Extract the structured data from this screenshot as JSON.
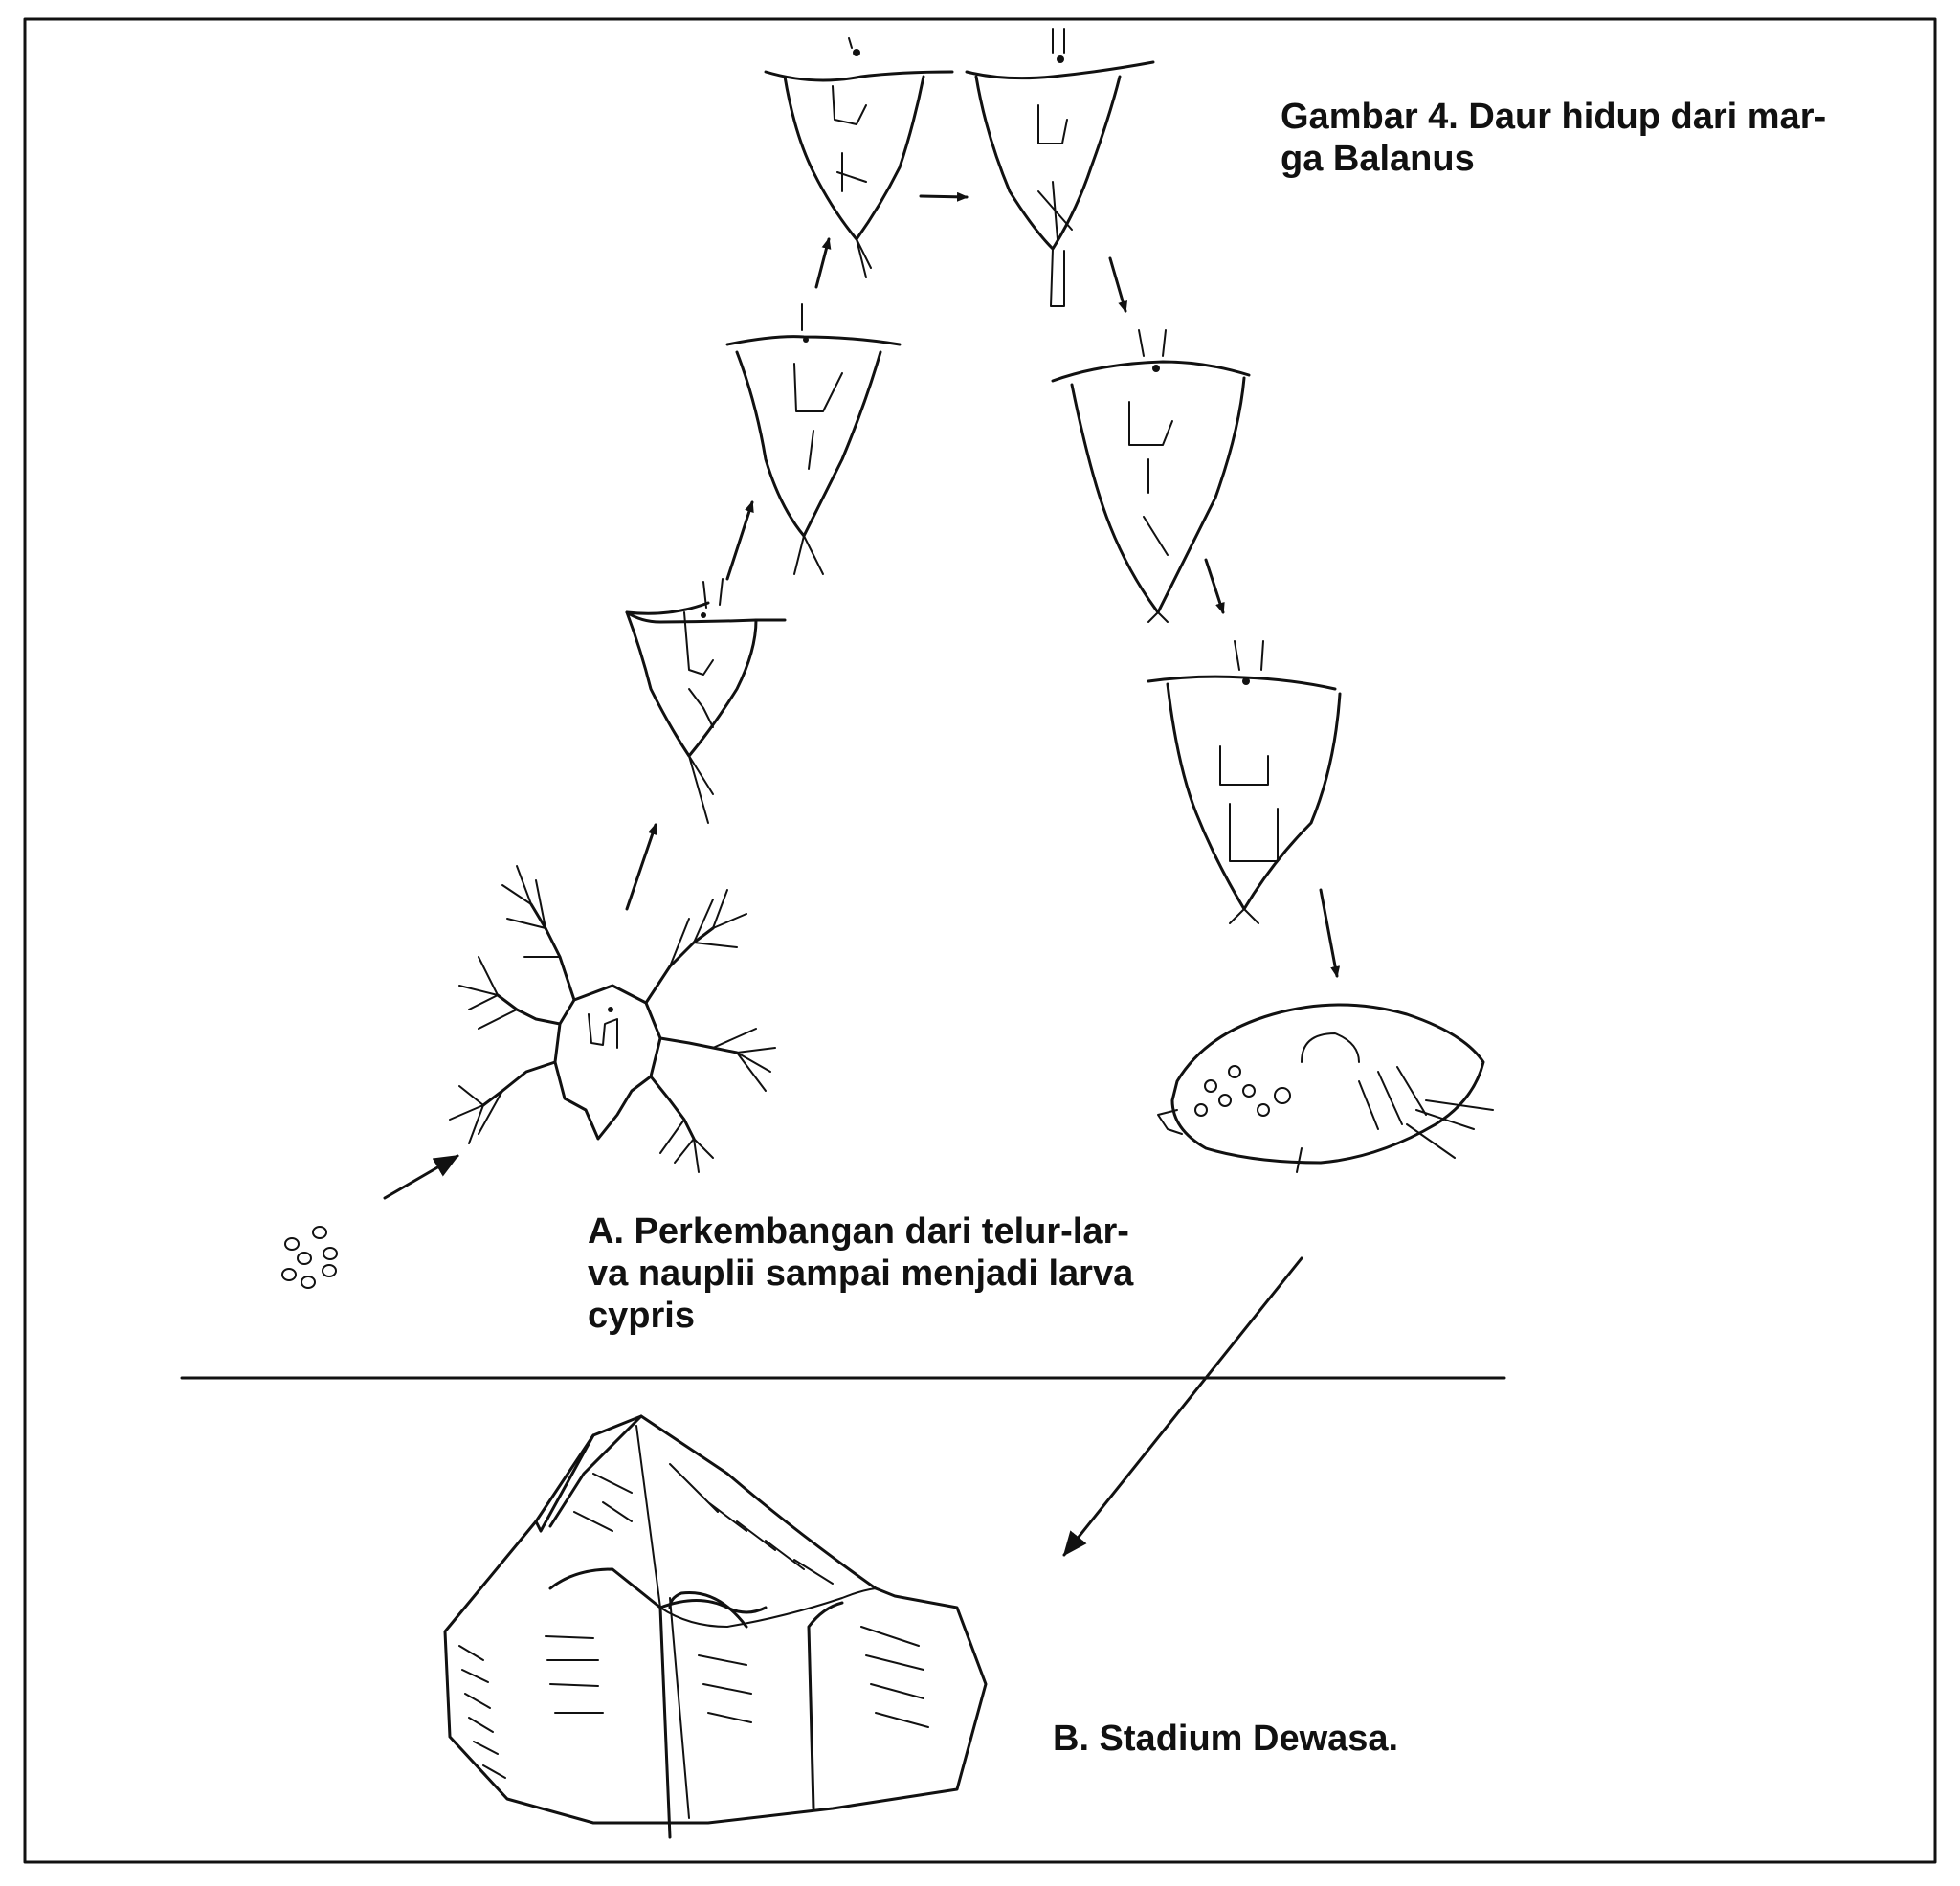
{
  "figure": {
    "caption_lines": [
      "Gambar  4. Daur hidup dari mar-",
      "ga Balanus"
    ]
  },
  "section_a": {
    "label_lines": [
      "A.  Perkembangan dari telur-lar-",
      "va nauplii sampai  menjadi larva",
      "cypris"
    ]
  },
  "section_b": {
    "label": "B.  Stadium Dewasa."
  }
}
